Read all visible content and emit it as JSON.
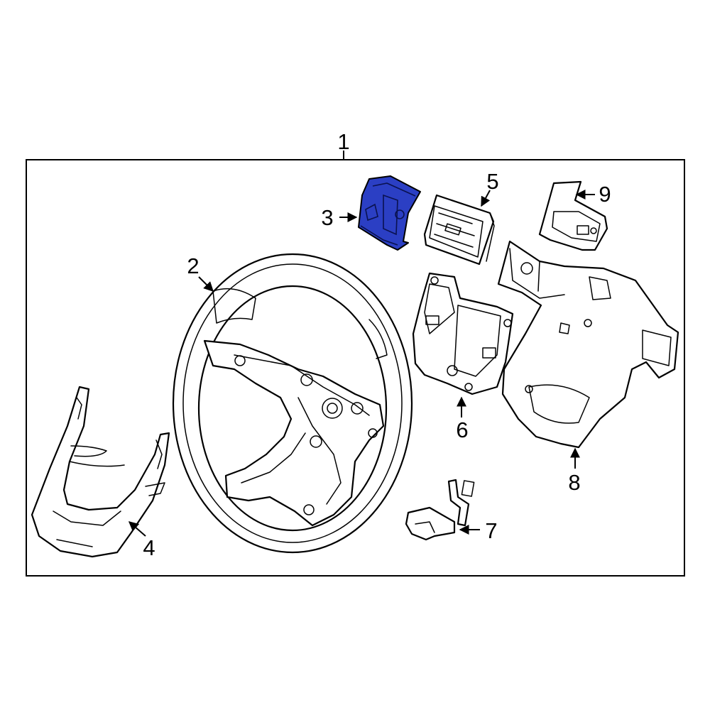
{
  "diagram": {
    "highlight_color": "#2b3fc4",
    "callouts": {
      "c1": "1",
      "c2": "2",
      "c3": "3",
      "c4": "4",
      "c5": "5",
      "c6": "6",
      "c7": "7",
      "c8": "8",
      "c9": "9"
    },
    "highlighted_part": "3"
  }
}
